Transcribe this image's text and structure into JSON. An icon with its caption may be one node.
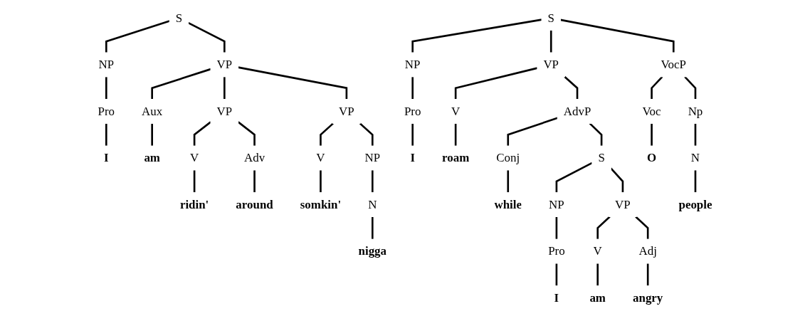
{
  "diagram": {
    "nodes": [
      {
        "text": [
          "S"
        ]
      },
      {
        "text": [
          "NP"
        ]
      },
      {
        "text": [
          "VP"
        ]
      },
      {
        "text": [
          "Pro"
        ]
      },
      {
        "text": [
          "Aux"
        ]
      },
      {
        "text": [
          "VP"
        ]
      },
      {
        "text": [
          "VP"
        ]
      },
      {
        "text": [
          "I"
        ]
      },
      {
        "text": [
          "am"
        ]
      },
      {
        "text": [
          "V"
        ]
      },
      {
        "text": [
          "Adv"
        ]
      },
      {
        "text": [
          "V"
        ]
      },
      {
        "text": [
          "NP"
        ]
      },
      {
        "text": [
          "ridin'"
        ]
      },
      {
        "text": [
          "around"
        ]
      },
      {
        "text": [
          "somkin'"
        ]
      },
      {
        "text": [
          "N"
        ]
      },
      {
        "text": [
          "nigga"
        ]
      },
      {
        "text": [
          "S"
        ]
      },
      {
        "text": [
          "NP"
        ]
      },
      {
        "text": [
          "VP"
        ]
      },
      {
        "text": [
          "VocP"
        ]
      },
      {
        "text": [
          "Pro"
        ]
      },
      {
        "text": [
          "V"
        ]
      },
      {
        "text": [
          "AdvP"
        ]
      },
      {
        "text": [
          "Voc"
        ]
      },
      {
        "text": [
          "Np"
        ]
      },
      {
        "text": [
          "I"
        ]
      },
      {
        "text": [
          "roam"
        ]
      },
      {
        "text": [
          "Conj"
        ]
      },
      {
        "text": [
          "S"
        ]
      },
      {
        "text": [
          "O"
        ]
      },
      {
        "text": [
          "N"
        ]
      },
      {
        "text": [
          "while"
        ]
      },
      {
        "text": [
          "NP"
        ]
      },
      {
        "text": [
          "VP"
        ]
      },
      {
        "text": [
          "people"
        ]
      },
      {
        "text": [
          "Pro"
        ]
      },
      {
        "text": [
          "V"
        ]
      },
      {
        "text": [
          "Adj"
        ]
      },
      {
        "text": [
          "I"
        ]
      },
      {
        "text": [
          "am"
        ]
      },
      {
        "text": [
          "angry"
        ]
      }
    ],
    "edges": [
      {
        "from": 0,
        "to": 1,
        "arrow": "none"
      },
      {
        "from": 0,
        "to": 2,
        "arrow": "none"
      },
      {
        "from": 1,
        "to": 3,
        "arrow": "none"
      },
      {
        "from": 2,
        "to": 4,
        "arrow": "none"
      },
      {
        "from": 2,
        "to": 5,
        "arrow": "none"
      },
      {
        "from": 2,
        "to": 6,
        "arrow": "none"
      },
      {
        "from": 3,
        "to": 7,
        "arrow": "none"
      },
      {
        "from": 4,
        "to": 8,
        "arrow": "none"
      },
      {
        "from": 5,
        "to": 9,
        "arrow": "none"
      },
      {
        "from": 5,
        "to": 10,
        "arrow": "none"
      },
      {
        "from": 6,
        "to": 11,
        "arrow": "none"
      },
      {
        "from": 6,
        "to": 12,
        "arrow": "none"
      },
      {
        "from": 9,
        "to": 13,
        "arrow": "none"
      },
      {
        "from": 10,
        "to": 14,
        "arrow": "none"
      },
      {
        "from": 11,
        "to": 15,
        "arrow": "none"
      },
      {
        "from": 12,
        "to": 16,
        "arrow": "none"
      },
      {
        "from": 16,
        "to": 17,
        "arrow": "none"
      },
      {
        "from": 18,
        "to": 19,
        "arrow": "none"
      },
      {
        "from": 18,
        "to": 20,
        "arrow": "none"
      },
      {
        "from": 18,
        "to": 21,
        "arrow": "none"
      },
      {
        "from": 19,
        "to": 22,
        "arrow": "none"
      },
      {
        "from": 20,
        "to": 23,
        "arrow": "none"
      },
      {
        "from": 20,
        "to": 24,
        "arrow": "none"
      },
      {
        "from": 21,
        "to": 25,
        "arrow": "none"
      },
      {
        "from": 21,
        "to": 26,
        "arrow": "none"
      },
      {
        "from": 22,
        "to": 27,
        "arrow": "none"
      },
      {
        "from": 23,
        "to": 28,
        "arrow": "none"
      },
      {
        "from": 24,
        "to": 29,
        "arrow": "none"
      },
      {
        "from": 24,
        "to": 30,
        "arrow": "none"
      },
      {
        "from": 25,
        "to": 31,
        "arrow": "none"
      },
      {
        "from": 26,
        "to": 32,
        "arrow": "none"
      },
      {
        "from": 29,
        "to": 33,
        "arrow": "none"
      },
      {
        "from": 30,
        "to": 34,
        "arrow": "none"
      },
      {
        "from": 30,
        "to": 35,
        "arrow": "none"
      },
      {
        "from": 32,
        "to": 36,
        "arrow": "none"
      },
      {
        "from": 34,
        "to": 37,
        "arrow": "none"
      },
      {
        "from": 35,
        "to": 38,
        "arrow": "none"
      },
      {
        "from": 35,
        "to": 39,
        "arrow": "none"
      },
      {
        "from": 37,
        "to": 40,
        "arrow": "none"
      },
      {
        "from": 38,
        "to": 41,
        "arrow": "none"
      },
      {
        "from": 39,
        "to": 42,
        "arrow": "none"
      }
    ]
  }
}
